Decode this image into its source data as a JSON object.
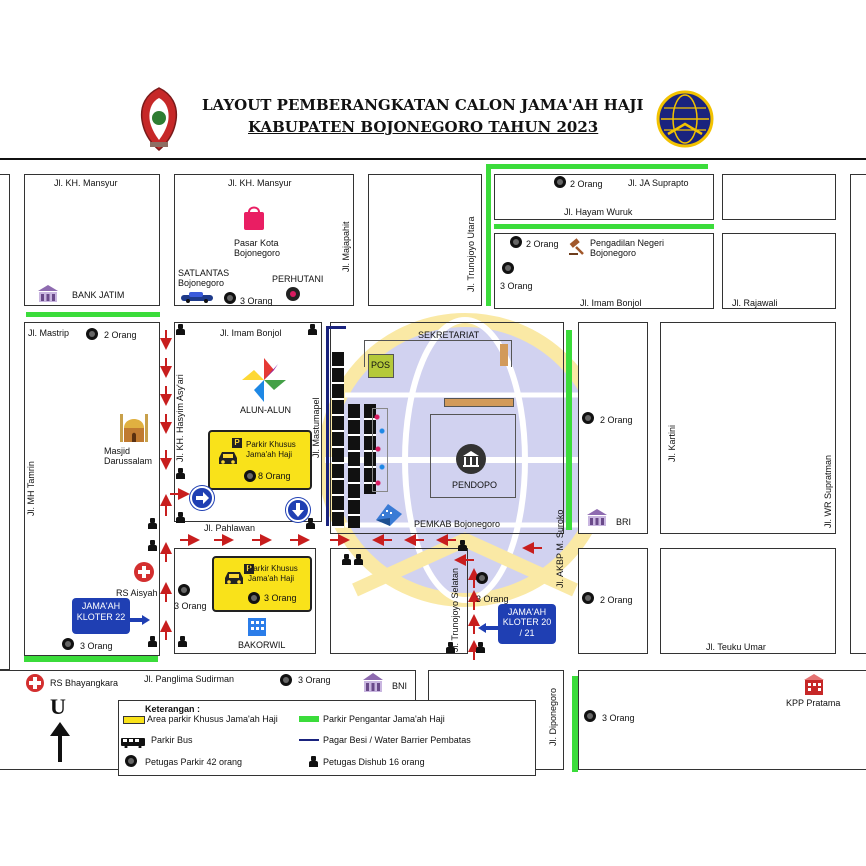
{
  "header": {
    "title_line1": "LAYOUT PEMBERANGKATAN CALON JAMA'AH HAJI",
    "title_line2": "KABUPATEN BOJONEGORO TAHUN 2023"
  },
  "streets": {
    "kh_mansyur_1": "Jl. KH. Mansyur",
    "kh_mansyur_2": "Jl. KH. Mansyur",
    "majapahit": "Jl. Majapahit",
    "trunojoyo_utara": "Jl. Trunojoyo Utara",
    "ja_suprapto": "Jl. JA Suprapto",
    "hayam_wuruk": "Jl. Hayam Wuruk",
    "imam_bonjol_1": "Jl. Imam Bonjol",
    "imam_bonjol_2": "Jl. Imam Bonjol",
    "rajawali": "Jl. Rajawali",
    "mastrip": "Jl. Mastrip",
    "kh_hasyim_asyari": "Jl. KH. Hasyim Asy'ari",
    "mastumapel": "Jl. Mastumapel",
    "mh_tamrin": "Jl. MH Tamrin",
    "pahlawan": "Jl. Pahlawan",
    "trunojoyo_selatan": "Jl. Trunojoyo Selatan",
    "akbp_suroko": "Jl. AKBP M. Suroko",
    "kartini": "Jl. Kartini",
    "wr_supratman": "Jl. WR Supratman",
    "teuku_umar": "Jl. Teuku Umar",
    "panglima_sudirman": "Jl. Panglima Sudirman",
    "diponegoro": "Jl. Diponegoro"
  },
  "places": {
    "bank_jatim": "BANK JATIM",
    "pasar_kota": "Pasar Kota\nBojonegoro",
    "satlantas": "SATLANTAS\nBojonegoro",
    "perhutani": "PERHUTANI",
    "pengadilan": "Pengadilan Negeri\nBojonegoro",
    "alun_alun": "ALUN-ALUN",
    "masjid": "Masjid\nDarussalam",
    "sekretariat": "SEKRETARIAT",
    "pos": "POS",
    "pendopo": "PENDOPO",
    "pemkab": "PEMKAB Bojonegoro",
    "bri": "BRI",
    "rs_aisyah": "RS Aisyah",
    "bakorwil": "BAKORWIL",
    "rs_bhayangkara": "RS Bhayangkara",
    "bni": "BNI",
    "kpp_pratama": "KPP Pratama"
  },
  "parking": {
    "khusus_1": "Parkir Khusus\nJama'ah Haji",
    "khusus_1_officers": "8 Orang",
    "khusus_2": "Parkir Khusus\nJama'ah Haji",
    "khusus_2_officers": "3 Orang"
  },
  "kloter": {
    "k22": "JAMA'AH\nKLOTER 22",
    "k20_21": "JAMA'AH\nKLOTER 20\n/ 21"
  },
  "officer_counts": {
    "ja_suprapto": "2 Orang",
    "pengadilan": "2 Orang",
    "imam_bonjol": "3 Orang",
    "satlantas": "3 Orang",
    "mastrip": "2 Orang",
    "bri_top": "2 Orang",
    "trunojoyo_sel": "3 Orang",
    "bakorwil_left": "3 Orang",
    "kloter22": "3 Orang",
    "bri_bottom": "2 Orang",
    "sudirman": "3 Orang",
    "diponegoro": "3 Orang"
  },
  "compass": "U",
  "legend": {
    "heading": "Keterangan :",
    "yellow": "Area parkir Khusus Jama'ah Haji",
    "green": "Parkir Pengantar Jama'ah Haji",
    "bus": "Parkir Bus",
    "barrier": "Pagar Besi / Water Barrier Pembatas",
    "parkir_officer": "Petugas Parkir  42 orang",
    "dishub": "Petugas Dishub 16 orang"
  },
  "colors": {
    "parking_yellow": "#f9e21a",
    "drop_green": "#3bdc3b",
    "kloter_blue": "#1f3fb3",
    "arrow_red": "#c81e1e",
    "barrier_navy": "#1a237e"
  }
}
